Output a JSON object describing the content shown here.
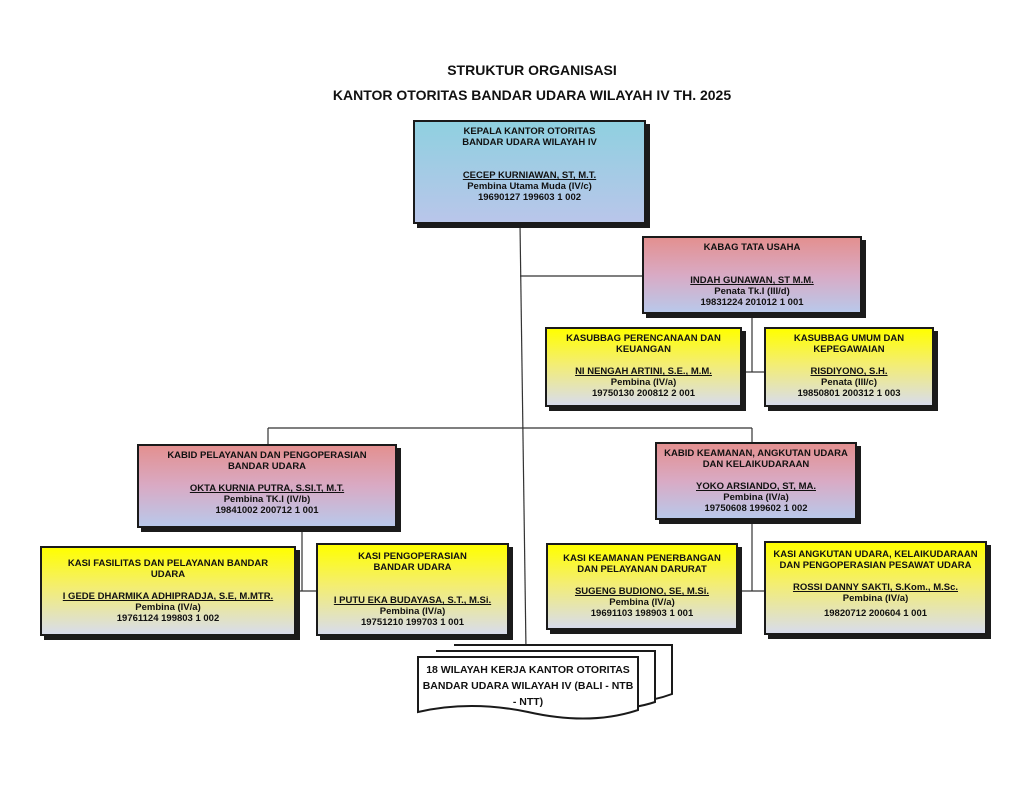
{
  "title": {
    "line1": "STRUKTUR ORGANISASI",
    "line2": "KANTOR OTORITAS BANDAR UDARA WILAYAH IV TH. 2025"
  },
  "head": {
    "position": "KEPALA KANTOR OTORITAS BANDAR UDARA WILAYAH IV",
    "name": "CECEP KURNIAWAN, ST, M.T.",
    "rank": "Pembina Utama Muda  (IV/c)",
    "nip": "19690127 199603 1 002"
  },
  "kabag": {
    "position": "KABAG TATA USAHA",
    "name": "INDAH GUNAWAN, ST M.M.",
    "rank": "Penata Tk.I (III/d)",
    "nip": "19831224 201012 1 001"
  },
  "kasubbag_perencanaan": {
    "position": "KASUBBAG PERENCANAAN DAN KEUANGAN",
    "name": "NI NENGAH ARTINI, S.E., M.M.",
    "rank": "Pembina (IV/a)",
    "nip": "19750130 200812 2 001"
  },
  "kasubbag_umum": {
    "position": "KASUBBAG UMUM DAN KEPEGAWAIAN",
    "name": "RISDIYONO, S.H.",
    "rank": "Penata  (III/c)",
    "nip": "19850801 200312 1 003"
  },
  "kabid_pelayanan": {
    "position": "KABID PELAYANAN DAN PENGOPERASIAN BANDAR UDARA",
    "name": "OKTA KURNIA PUTRA, S.SI.T, M.T.",
    "rank": "Pembina TK.I (IV/b)",
    "nip": "19841002 200712 1 001"
  },
  "kabid_keamanan": {
    "position": "KABID KEAMANAN, ANGKUTAN UDARA DAN KELAIKUDARAAN",
    "name": "YOKO ARSIANDO, ST, MA.",
    "rank": "Pembina (IV/a)",
    "nip": "19750608 199602 1 002"
  },
  "kasi_fasilitas": {
    "position": "KASI FASILITAS DAN PELAYANAN BANDAR UDARA",
    "name": "I GEDE DHARMIKA ADHIPRADJA, S.E, M.MTR.",
    "rank": "Pembina (IV/a)",
    "nip": "19761124 199803 1 002"
  },
  "kasi_pengoperasian": {
    "position": "KASI PENGOPERASIAN BANDAR UDARA",
    "name": "I PUTU EKA BUDAYASA, S.T., M.Si.",
    "rank": "Pembina (IV/a)",
    "nip": "19751210 199703 1 001"
  },
  "kasi_keamanan": {
    "position": "KASI KEAMANAN PENERBANGAN DAN PELAYANAN DARURAT",
    "name": "SUGENG BUDIONO, SE, M.Si.",
    "rank": "Pembina (IV/a)",
    "nip": "19691103 198903 1 001"
  },
  "kasi_angkutan": {
    "position": "KASI ANGKUTAN UDARA, KELAIKUDARAAN DAN PENGOPERASIAN PESAWAT UDARA",
    "name": "ROSSI DANNY SAKTI, S.Kom., M.Sc.",
    "rank": "Pembina (IV/a)",
    "nip": "19820712 200604 1 001"
  },
  "wilayah_kerja": {
    "label": "18 WILAYAH KERJA KANTOR OTORITAS BANDAR UDARA WILAYAH IV (BALI - NTB - NTT)"
  }
}
